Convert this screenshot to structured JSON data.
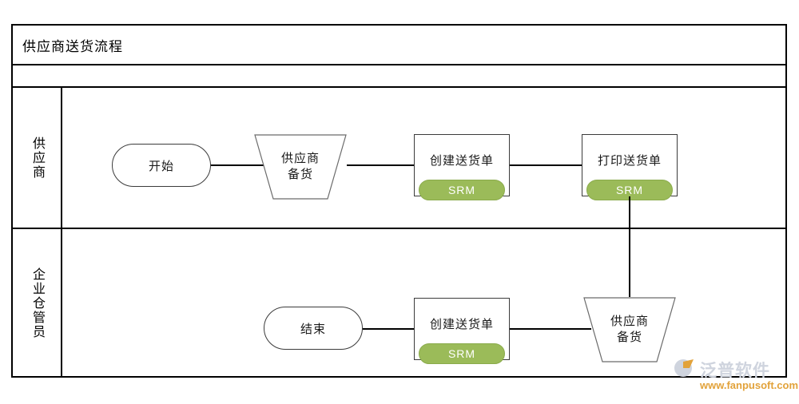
{
  "diagram": {
    "title": "供应商送货流程",
    "accent_color": "#9BBB59",
    "line_color": "#000000",
    "shape_border_color": "#3b3b3b",
    "lanes": [
      {
        "id": "lane-supplier",
        "label": "供应商",
        "nodes": [
          {
            "id": "start",
            "type": "terminator",
            "label": "开始",
            "badge": null
          },
          {
            "id": "prepare-goods",
            "type": "trapezoid",
            "label_line1": "供应商",
            "label_line2": "备货",
            "badge": null
          },
          {
            "id": "create-note",
            "type": "process",
            "label": "创建送货单",
            "badge": "SRM"
          },
          {
            "id": "print-note",
            "type": "process",
            "label": "打印送货单",
            "badge": "SRM"
          }
        ]
      },
      {
        "id": "lane-warehouse",
        "label": "企业仓管员",
        "nodes": [
          {
            "id": "end",
            "type": "terminator",
            "label": "结束",
            "badge": null
          },
          {
            "id": "create-note-2",
            "type": "process",
            "label": "创建送货单",
            "badge": "SRM"
          },
          {
            "id": "receive-goods",
            "type": "trapezoid",
            "label_line1": "供应商",
            "label_line2": "备货",
            "badge": null
          }
        ]
      }
    ]
  },
  "watermark": {
    "brand_cn": "泛普软件",
    "url": "www.fanpusoft.com"
  }
}
